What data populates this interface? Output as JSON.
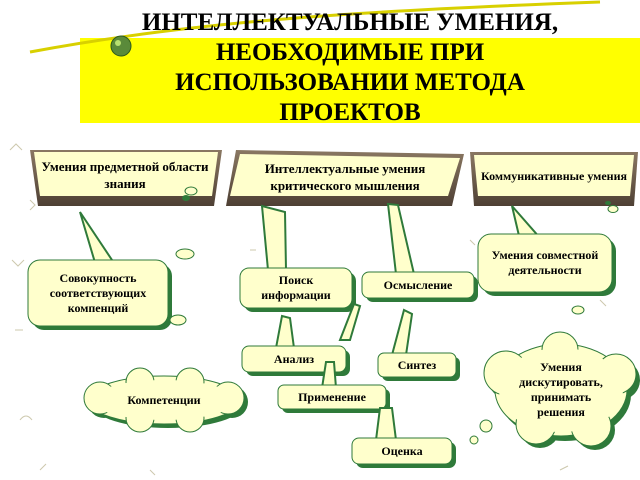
{
  "title": {
    "line1": "ИНТЕЛЛЕКТУАЛЬНЫЕ УМЕНИЯ,",
    "line2": "НЕОБХОДИМЫЕ ПРИ",
    "line3": "ИСПОЛЬЗОВАНИИ МЕТОДА",
    "line4": "ПРОЕКТОВ"
  },
  "headers": {
    "subject": "Умения предметной области знания",
    "critical": "Интеллектуальные умения критического мышления",
    "communicative": "Коммуникативные умения"
  },
  "bubbles": {
    "set_competences": "Совокупность соответствующих компенций",
    "search_info": "Поиск информации",
    "comprehension": "Осмысление",
    "joint_activity": "Умения совместной деятельности",
    "analysis": "Анализ",
    "synthesis": "Синтез",
    "discuss_decide": "Умения дискутировать, принимать решения",
    "competences": "Компетенции",
    "application": "Применение",
    "evaluation": "Оценка"
  },
  "colors": {
    "banner": "#ffff00",
    "header_fill": "#6b5a4a",
    "bubble_fill": "#ffffcc",
    "bubble_shadow": "#2f7a3a",
    "title_line": "#c8b400"
  }
}
